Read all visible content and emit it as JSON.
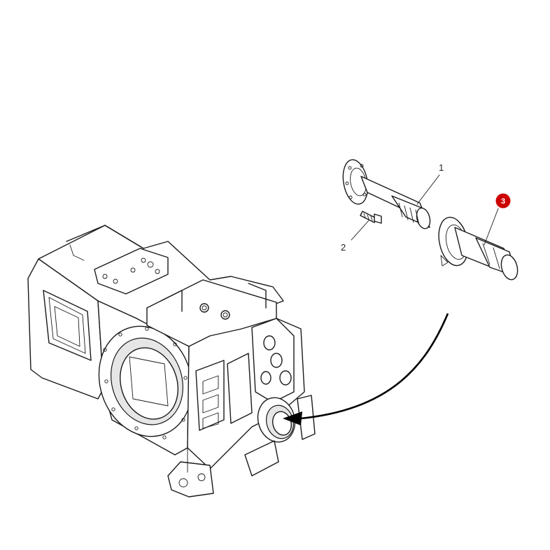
{
  "callouts": [
    {
      "id": "1",
      "label": "1",
      "highlighted": false
    },
    {
      "id": "2",
      "label": "2",
      "highlighted": false
    },
    {
      "id": "3",
      "label": "3",
      "highlighted": true
    }
  ],
  "colors": {
    "line": "#1a1a1a",
    "highlight_badge": "#cc0000",
    "background": "#ffffff"
  },
  "icons": {
    "assembly_arrow": "curved-arrow-icon"
  }
}
